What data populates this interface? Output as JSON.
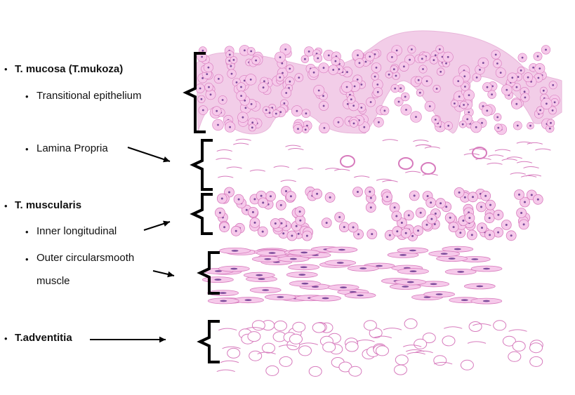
{
  "diagram": {
    "labels": {
      "mucosa": "T. mucosa (T.mukoza)",
      "transitional": "Transitional epithelium",
      "lamina": "Lamina Propria",
      "muscularis": "T. muscularis",
      "inner": "Inner longitudinal",
      "outer_line1": "Outer circularsmooth",
      "outer_line2": "muscle",
      "adventitia": "T.adventitia"
    },
    "bullet_glyph": "•",
    "colors": {
      "text": "#111111",
      "tissue_pink": "#e9a6d6",
      "cell_fill": "#f6c9ea",
      "cell_stroke": "#d77bbd",
      "nucleus": "#7a4a9a",
      "bracket": "#000000"
    }
  }
}
